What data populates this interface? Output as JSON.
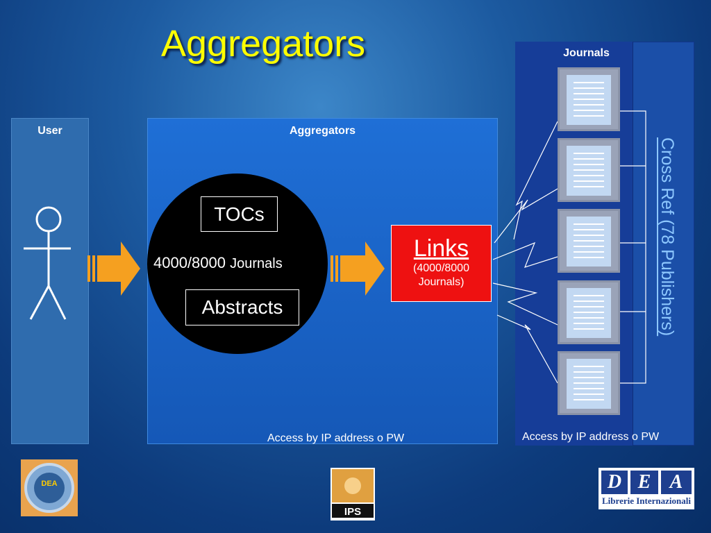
{
  "slide": {
    "title": "Aggregators"
  },
  "panels": {
    "user": {
      "label": "User"
    },
    "aggregators": {
      "label": "Aggregators",
      "footer": "Access by IP address o PW"
    },
    "journals": {
      "label": "Journals",
      "footer": "Access by IP address o PW"
    }
  },
  "circle": {
    "tocs": "TOCs",
    "journals_count": "4000/8000",
    "journals_word": "Journals",
    "abstracts": "Abstracts"
  },
  "links": {
    "title": "Links",
    "sub_line1": "(4000/8000",
    "sub_line2": "Journals)"
  },
  "crossref": {
    "text": "Cross Ref (78 Publishers)"
  },
  "logos": {
    "ips_text": "IPS",
    "dea_letters": [
      "D",
      "E",
      "A"
    ],
    "dea_subtitle": "Librerie Internazionali",
    "dea_ring_text": "DEA"
  },
  "colors": {
    "title": "#ffff00",
    "arrow": "#f5a020",
    "links_box": "#ee1111",
    "crossref": "#8ec8ff"
  }
}
